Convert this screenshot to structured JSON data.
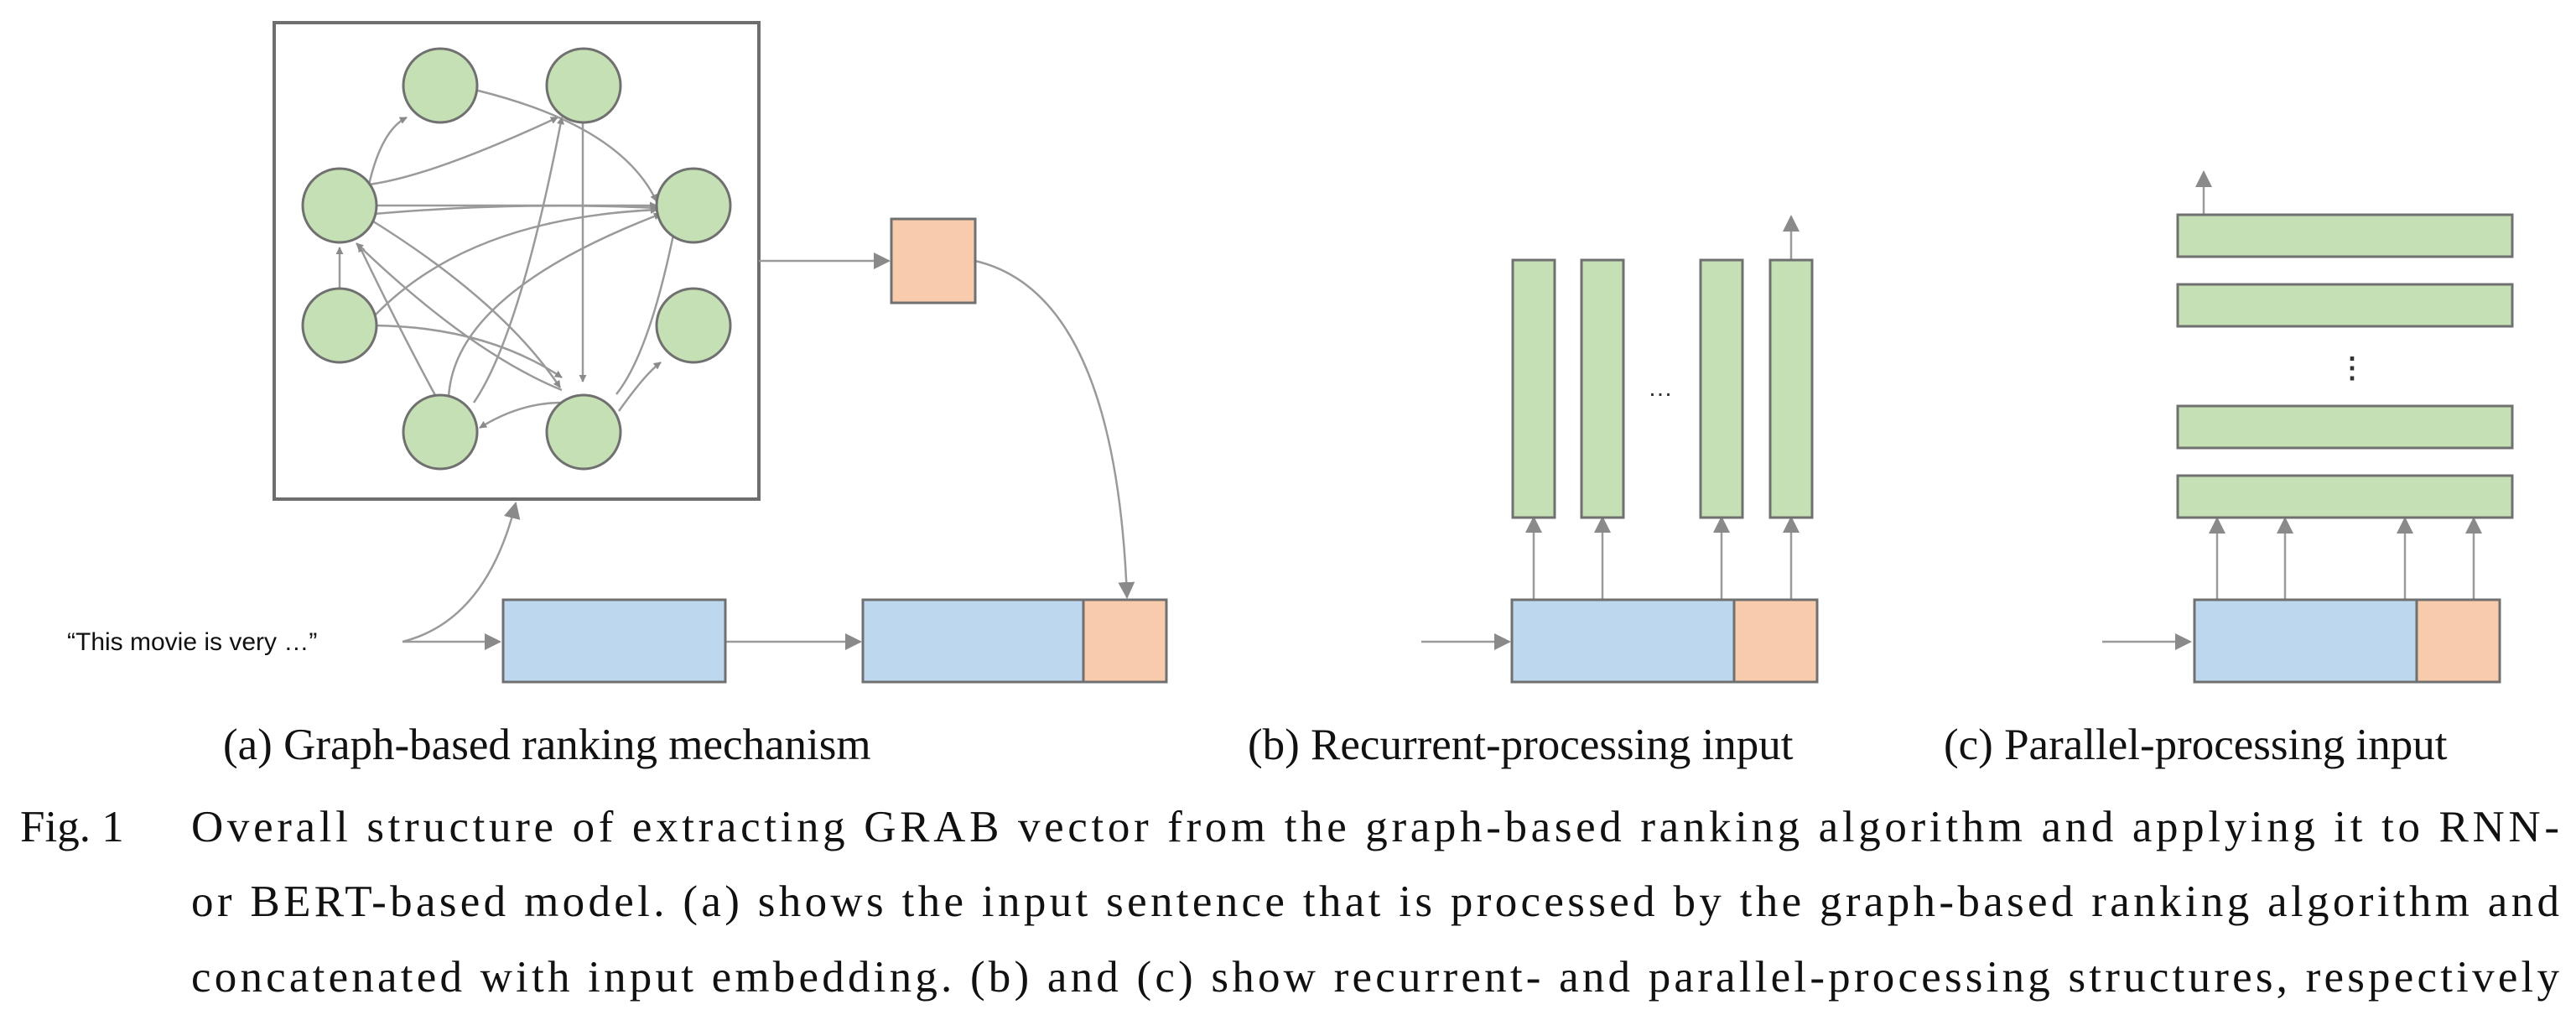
{
  "diagram": {
    "input_sentence": "“This movie is very …”",
    "recurrent_ellipsis": "…",
    "parallel_ellipsis": "⋮",
    "colors": {
      "node_fill": "#c5e0b4",
      "node_stroke": "#707070",
      "embedding_blue": "#bdd7ee",
      "grab_vector_orange": "#f8cbad",
      "layer_green": "#c5e0b4",
      "arrow": "#8a8a8a"
    }
  },
  "captions": {
    "a": "(a) Graph-based ranking mechanism",
    "b": "(b) Recurrent-processing input",
    "c": "(c) Parallel-processing input"
  },
  "figure_caption": {
    "label": "Fig. 1",
    "line1": "Overall structure of extracting GRAB vector from the graph-based ranking algorithm and applying it to RNN-",
    "line2": "or BERT-based model. (a) shows the input sentence that is processed by the graph-based ranking algorithm and",
    "line3": "concatenated with input embedding. (b) and (c) show recurrent- and parallel-processing structures, respectively"
  }
}
